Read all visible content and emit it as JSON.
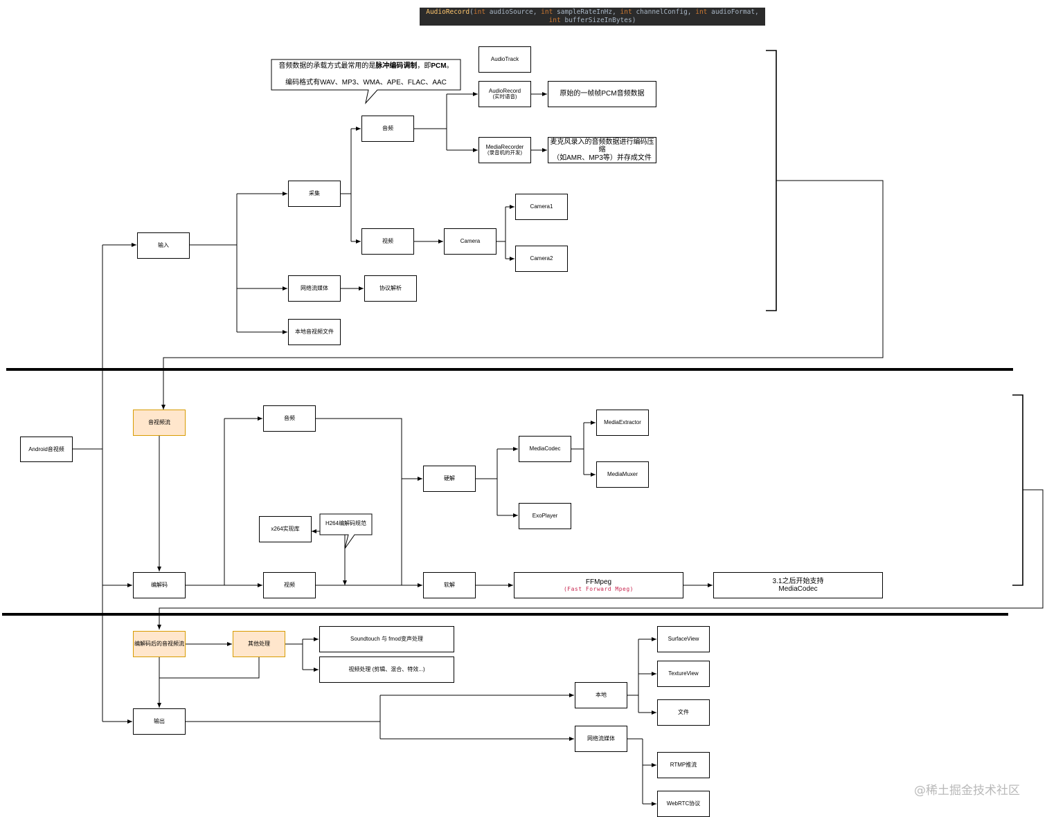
{
  "code_header": {
    "fn": "AudioRecord",
    "open": "(",
    "kw": "int",
    "p1": " audioSource, ",
    "p2": " sampleRateInHz, ",
    "p3": " channelConfig, ",
    "p4": " audioFormat,",
    "p5": " bufferSizeInBytes)"
  },
  "callout_audio": {
    "line1_pre": "音频数据的承载方式最常用的是",
    "line1_bold": "脉冲编码调制",
    "line1_mid": "，即",
    "line1_bold2": "PCM",
    "line1_end": "。",
    "line2": "编码格式有WAV、MP3、WMA、APE、FLAC、AAC"
  },
  "callout_h264": "H264编解码规范",
  "nodes": {
    "android_av": "Android音视频",
    "input": "输入",
    "capture": "采集",
    "audio": "音频",
    "video": "视频",
    "camera": "Camera",
    "camera1": "Camera1",
    "camera2": "Camera2",
    "audiotrack": "AudioTrack",
    "audiorecord": "AudioRecord",
    "audiorecord_sub": "(实时语音)",
    "mediarecorder": "MediaRecorder",
    "mediarecorder_sub": "(录音机的开发)",
    "pcm_raw": "原始的一帧帧PCM音频数据",
    "mic_encode_1": "麦克风录入的音频数据进行编码压缩",
    "mic_encode_2": "（如AMR、MP3等）并存成文件",
    "net_stream_in": "网络流媒体",
    "protocol_parse": "协议解析",
    "local_file": "本地音视频文件",
    "av_stream": "音视频流",
    "codec": "编解码",
    "codec_audio": "音频",
    "codec_video": "视频",
    "x264": "x264实现库",
    "hw_decode": "硬解",
    "sw_decode": "软解",
    "mediacodec": "MediaCodec",
    "mediaextractor": "MediaExtractor",
    "mediamuxer": "MediaMuxer",
    "exoplayer": "ExoPlayer",
    "ffmpeg": "FFMpeg",
    "ffmpeg_sub": "(Fast Forward Mpeg)",
    "since31_1": "3.1之后开始支持",
    "since31_2": "MediaCodec",
    "decoded_stream": "编解码后的音视频流",
    "other_process": "其他处理",
    "soundtouch": "Soundtouch 与 fmod变声处理",
    "video_process": "视频处理 (剪辑、混合、特效...)",
    "output": "输出",
    "local": "本地",
    "surfaceview": "SurfaceView",
    "textureview": "TextureView",
    "file": "文件",
    "net_stream_out": "网络流媒体",
    "rtmp": "RTMP推流",
    "webrtc": "WebRTC协议"
  },
  "watermark": "@稀土掘金技术社区",
  "colors": {
    "highlight_fill": "#ffe6cc",
    "highlight_border": "#d79b00",
    "code_bg": "#2b2b2b"
  }
}
